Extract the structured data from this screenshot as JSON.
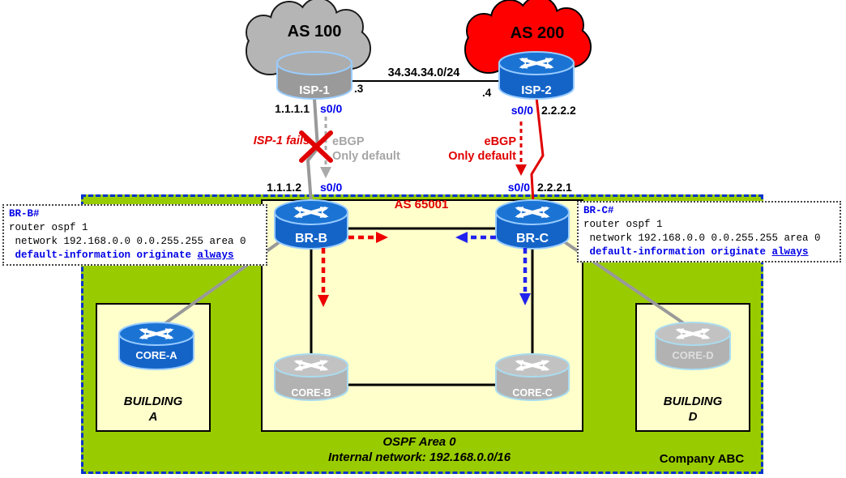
{
  "clouds": {
    "as100": "AS 100",
    "as200": "AS 200"
  },
  "nodes": {
    "isp1": "ISP-1",
    "isp2": "ISP-2",
    "brb": "BR-B",
    "brc": "BR-C",
    "corea": "CORE-A",
    "coreb": "CORE-B",
    "corec": "CORE-C",
    "cored": "CORE-D"
  },
  "links": {
    "isp_subnet": "34.34.34.0/24",
    "isp1_octet": ".3",
    "isp2_octet": ".4"
  },
  "interfaces": {
    "isp1_ip": "1.1.1.1",
    "isp1_if": "s0/0",
    "isp2_if": "s0/0",
    "isp2_ip": "2.2.2.2",
    "brb_ip": "1.1.1.2",
    "brb_if": "s0/0",
    "brc_if": "s0/0",
    "brc_ip": "2.2.2.1"
  },
  "annotations": {
    "failure": "ISP-1 fails",
    "ebgp_left_l1": "eBGP",
    "ebgp_left_l2": "Only default",
    "ebgp_right_l1": "eBGP",
    "ebgp_right_l2": "Only default",
    "as_internal": "AS 65001"
  },
  "configs": {
    "brb_title": "BR-B#",
    "brc_title": "BR-C#",
    "line1": "router ospf 1",
    "line2": " network 192.168.0.0 0.0.255.255 area 0",
    "line3_prefix": " default-information originate ",
    "line3_keyword": "always"
  },
  "zones": {
    "building_a_l1": "BUILDING",
    "building_a_l2": "A",
    "building_d_l1": "BUILDING",
    "building_d_l2": "D",
    "ospf_area": "OSPF Area 0",
    "internal_network": "Internal network: 192.168.0.0/16",
    "company": "Company ABC"
  },
  "colors": {
    "company_green": "#99cc00",
    "area_yellow": "#ffffcc",
    "router_blue": "#1464c8",
    "router_gray": "#b2b2b2",
    "cloud_gray": "#b5b5b5",
    "cloud_red": "#ff0000",
    "accent_blue": "#0000ee",
    "accent_red": "#e00000",
    "muted_gray": "#a6a6a6",
    "zone_border_blue": "#0033cc"
  }
}
